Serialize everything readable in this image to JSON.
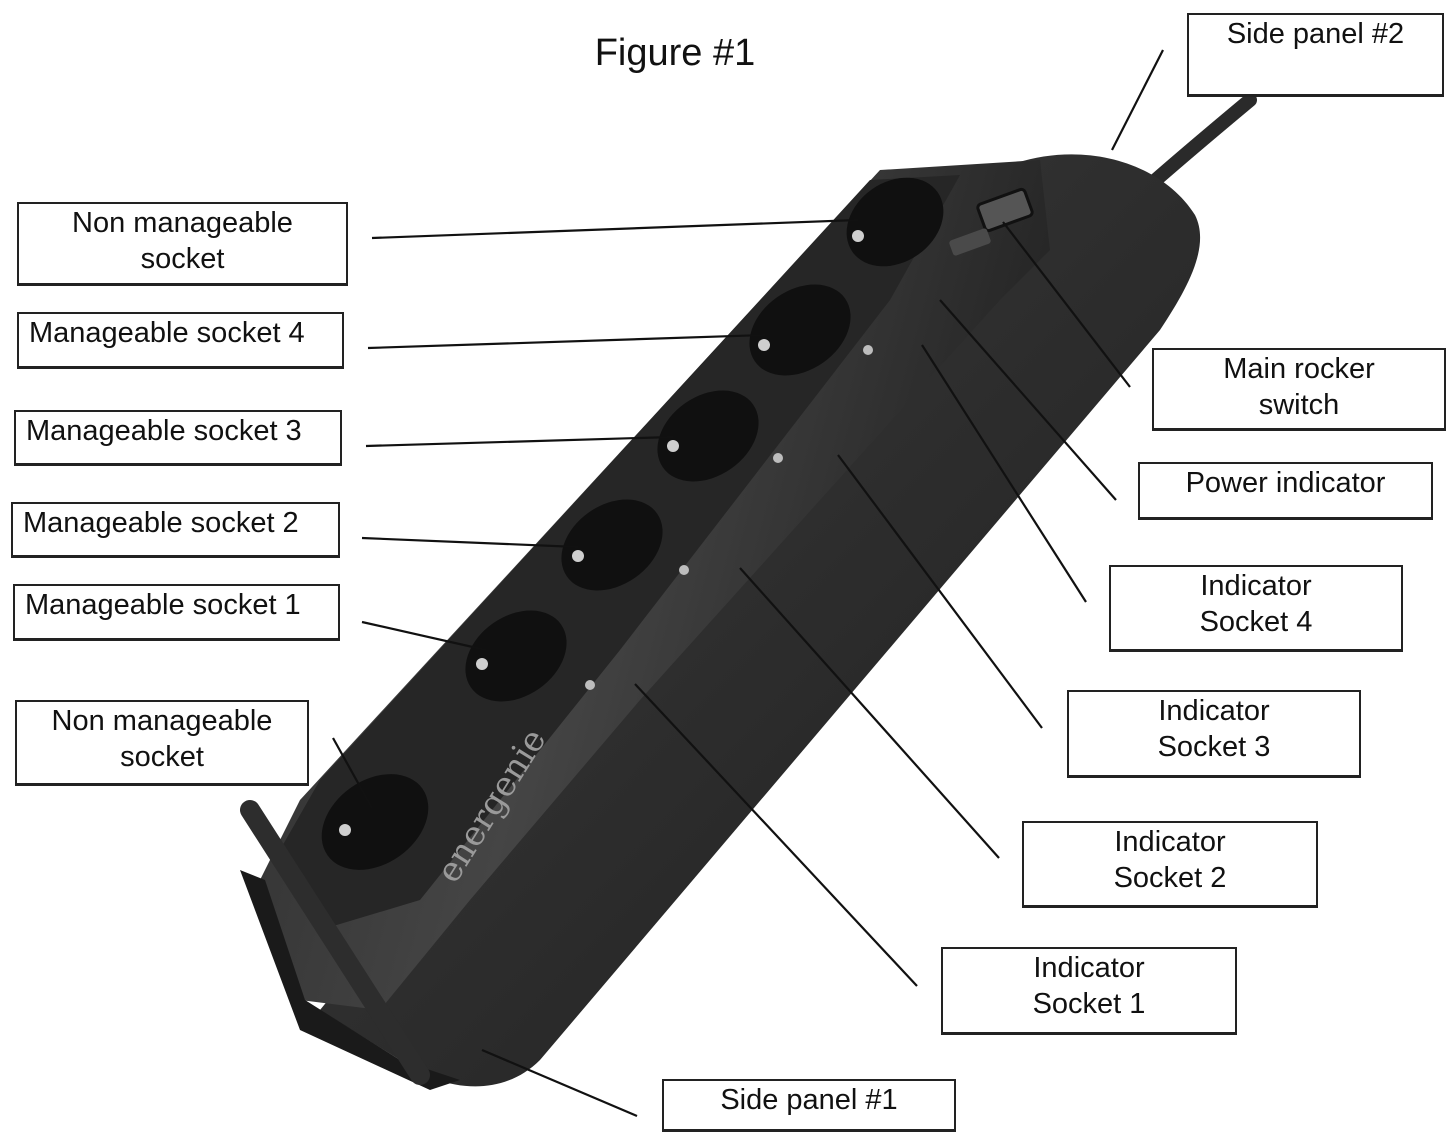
{
  "figure_title": "Figure #1",
  "brand_text": "energenie",
  "labels": {
    "side_panel_2": [
      "Side panel #2"
    ],
    "non_manageable_top": [
      "Non manageable",
      "socket"
    ],
    "manageable_4": [
      "Manageable socket 4"
    ],
    "manageable_3": [
      "Manageable socket 3"
    ],
    "manageable_2": [
      "Manageable socket 2"
    ],
    "manageable_1": [
      "Manageable socket 1"
    ],
    "non_manageable_bottom": [
      "Non manageable",
      "socket"
    ],
    "main_rocker_switch": [
      "Main rocker",
      "switch"
    ],
    "power_indicator": [
      "Power indicator"
    ],
    "indicator_socket_4": [
      "Indicator",
      "Socket 4"
    ],
    "indicator_socket_3": [
      "Indicator",
      "Socket 3"
    ],
    "indicator_socket_2": [
      "Indicator",
      "Socket 2"
    ],
    "indicator_socket_1": [
      "Indicator",
      "Socket 1"
    ],
    "side_panel_1": [
      "Side panel #1"
    ]
  },
  "colors": {
    "body": "#3a3a3a",
    "body_dark": "#1e1e1e",
    "socket": "#111111",
    "led": "#bdbdbd"
  }
}
